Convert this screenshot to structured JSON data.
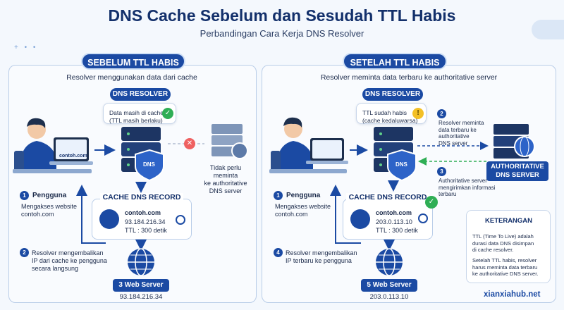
{
  "header": {
    "title": "DNS Cache Sebelum dan Sesudah TTL Habis",
    "subtitle": "Perbandingan Cara Kerja DNS Resolver"
  },
  "left": {
    "heading": "SEBELUM TTL HABIS",
    "description": "Resolver menggunakan data dari cache",
    "resolver_label": "DNS RESOLVER",
    "bubble_line1": "Data masih di cache",
    "bubble_line2": "(TTL masih berlaku)",
    "laptop_label": "contoh.com",
    "shield_label": "DNS",
    "no_query_line1": "Tidak perlu meminta",
    "no_query_line2": "ke authoritative",
    "no_query_line3": "DNS server",
    "step1_num": "1",
    "step1_title": "Pengguna",
    "step1_line1": "Mengakses website",
    "step1_line2": "contoh.com",
    "step2_num": "2",
    "step2_line1": "Resolver mengembalikan",
    "step2_line2": "IP dari cache ke pengguna",
    "step2_line3": "secara langsung",
    "cache_title": "CACHE DNS RECORD",
    "cache_domain": "contoh.com",
    "cache_ip": "93.184.216.34",
    "cache_ttl": "TTL : 300 detik",
    "web_label": "3 Web Server",
    "web_ip": "93.184.216.34"
  },
  "right": {
    "heading": "SETELAH TTL HABIS",
    "description": "Resolver meminta data terbaru ke authoritative server",
    "resolver_label": "DNS RESOLVER",
    "bubble_line1": "TTL sudah habis",
    "bubble_line2": "(cache kedaluwarsa)",
    "shield_label": "DNS",
    "step2_num": "2",
    "step2_line1": "Resolver meminta",
    "step2_line2": "data terbaru ke",
    "step2_line3": "authoritative",
    "step2_line4": "DNS server",
    "auth_label_1": "AUTHORITATIVE",
    "auth_label_2": "DNS SERVER",
    "step3_num": "3",
    "step3_line1": "Authoritative server",
    "step3_line2": "mengirimkan informasi",
    "step3_line3": "terbaru",
    "step1_num": "1",
    "step1_title": "Pengguna",
    "step1_line1": "Mengakses website",
    "step1_line2": "contoh.com",
    "step4_num": "4",
    "step4_line1": "Resolver mengembalikan",
    "step4_line2": "IP terbaru ke pengguna",
    "cache_title": "CACHE DNS RECORD",
    "cache_domain": "contoh.com",
    "cache_ip": "203.0.113.10",
    "cache_ttl": "TTL : 300 detik",
    "web_label": "5 Web Server",
    "web_ip": "203.0.113.10"
  },
  "legend": {
    "title": "KETERANGAN",
    "p1_line1": "TTL (Time To Live) adalah",
    "p1_line2": "durasi data DNS disimpan",
    "p1_line3": "di cache resolver.",
    "p2_line1": "Setelah TTL habis, resolver",
    "p2_line2": "harus meminta data terbaru",
    "p2_line3": "ke authoritative DNS server."
  },
  "brand": "xianxiahub.net",
  "colors": {
    "primary": "#1b4aa3",
    "dark_title": "#13306b",
    "success": "#2fae55",
    "warning": "#f3c026",
    "error": "#ef6161"
  }
}
